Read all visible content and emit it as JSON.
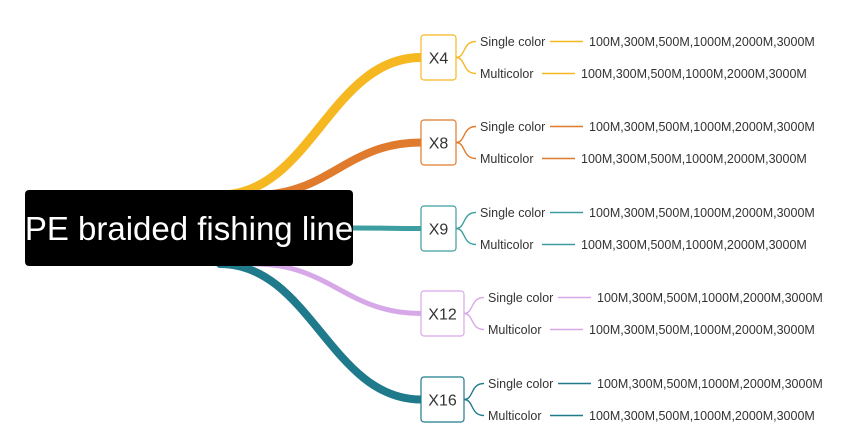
{
  "root": {
    "label": "PE braided fishing line"
  },
  "branches": [
    {
      "label": "X4",
      "color": "#f5b820",
      "children": [
        {
          "label": "Single color",
          "value": "100M,300M,500M,1000M,2000M,3000M"
        },
        {
          "label": "Multicolor",
          "value": "100M,300M,500M,1000M,2000M,3000M"
        }
      ]
    },
    {
      "label": "X8",
      "color": "#e07a2c",
      "children": [
        {
          "label": "Single color",
          "value": "100M,300M,500M,1000M,2000M,3000M"
        },
        {
          "label": "Multicolor",
          "value": "100M,300M,500M,1000M,2000M,3000M"
        }
      ]
    },
    {
      "label": "X9",
      "color": "#3c9ea0",
      "children": [
        {
          "label": "Single color",
          "value": "100M,300M,500M,1000M,2000M,3000M"
        },
        {
          "label": "Multicolor",
          "value": "100M,300M,500M,1000M,2000M,3000M"
        }
      ]
    },
    {
      "label": "X12",
      "color": "#d7a8e8",
      "children": [
        {
          "label": "Single color",
          "value": "100M,300M,500M,1000M,2000M,3000M"
        },
        {
          "label": "Multicolor",
          "value": "100M,300M,500M,1000M,2000M,3000M"
        }
      ]
    },
    {
      "label": "X16",
      "color": "#1f7a8c",
      "children": [
        {
          "label": "Single color",
          "value": "100M,300M,500M,1000M,2000M,3000M"
        },
        {
          "label": "Multicolor",
          "value": "100M,300M,500M,1000M,2000M,3000M"
        }
      ]
    }
  ]
}
